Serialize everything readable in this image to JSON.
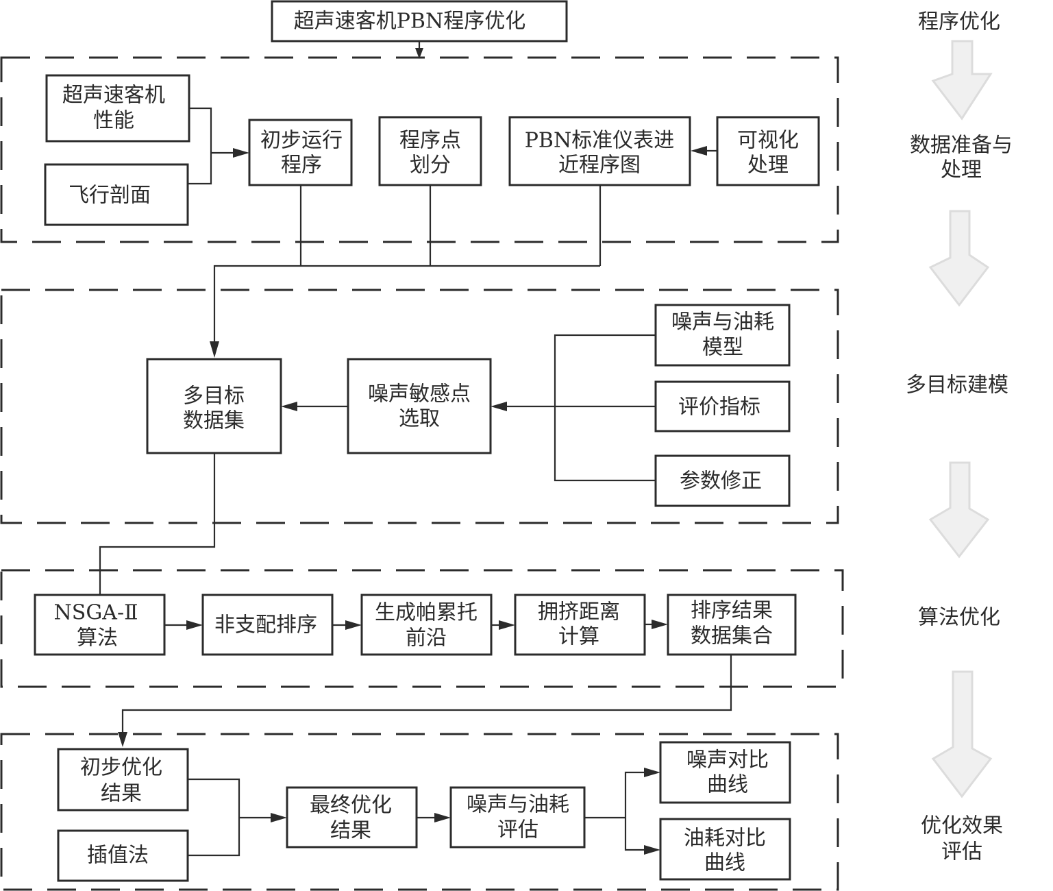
{
  "title": "超声速客机PBN程序优化",
  "regions": {
    "data_prep": {
      "nodes": {
        "performance": [
          "超声速客机",
          "性能"
        ],
        "profile": [
          "飞行剖面"
        ],
        "initial_procedure": [
          "初步运行",
          "程序"
        ],
        "point_division": [
          "程序点",
          "划分"
        ],
        "pbn_chart": [
          "PBN标准仪表进",
          "近程序图"
        ],
        "visualization": [
          "可视化",
          "处理"
        ]
      }
    },
    "modeling": {
      "nodes": {
        "dataset": [
          "多目标",
          "数据集"
        ],
        "sensitive_points": [
          "噪声敏感点",
          "选取"
        ],
        "noise_fuel_model": [
          "噪声与油耗",
          "模型"
        ],
        "metrics": [
          "评价指标"
        ],
        "param_correction": [
          "参数修正"
        ]
      }
    },
    "algorithm": {
      "nodes": {
        "nsga": [
          "NSGA-Ⅱ",
          "算法"
        ],
        "non_dominated": [
          "非支配排序"
        ],
        "pareto": [
          "生成帕累托",
          "前沿"
        ],
        "crowding": [
          "拥挤距离",
          "计算"
        ],
        "sorted_results": [
          "排序结果",
          "数据集合"
        ]
      }
    },
    "evaluation": {
      "nodes": {
        "initial_result": [
          "初步优化",
          "结果"
        ],
        "interpolation": [
          "插值法"
        ],
        "final_result": [
          "最终优化",
          "结果"
        ],
        "noise_fuel_eval": [
          "噪声与油耗",
          "评估"
        ],
        "noise_curve": [
          "噪声对比",
          "曲线"
        ],
        "fuel_curve": [
          "油耗对比",
          "曲线"
        ]
      }
    }
  },
  "stages": [
    [
      "程序优化"
    ],
    [
      "数据准备与",
      "处理"
    ],
    [
      "多目标建模"
    ],
    [
      "算法优化"
    ],
    [
      "优化效果",
      "评估"
    ]
  ]
}
